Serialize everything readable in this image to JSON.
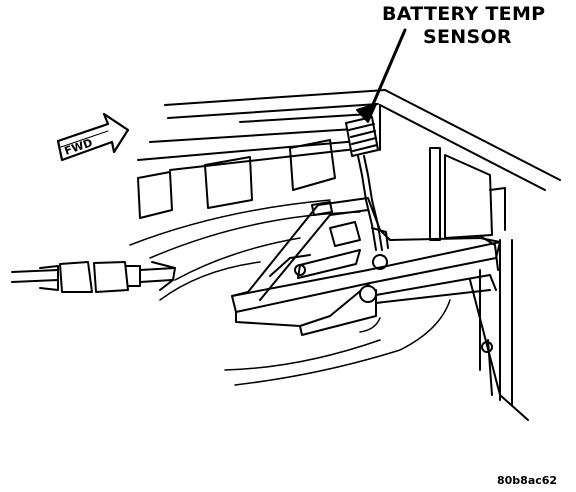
{
  "callout": {
    "line1": "BATTERY TEMP",
    "line2": "SENSOR"
  },
  "direction_arrow": {
    "label": "FWD"
  },
  "figure_code": "80b8ac62",
  "colors": {
    "ink": "#000000",
    "background": "#ffffff"
  }
}
